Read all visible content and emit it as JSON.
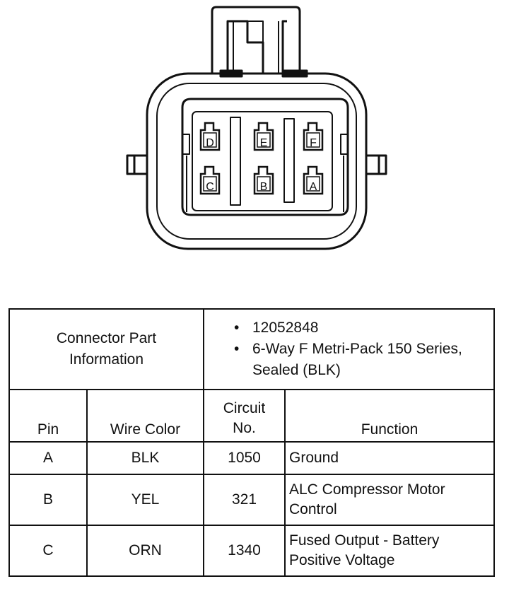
{
  "connector": {
    "pins": [
      {
        "id": "D"
      },
      {
        "id": "E"
      },
      {
        "id": "F"
      },
      {
        "id": "C"
      },
      {
        "id": "B"
      },
      {
        "id": "A"
      }
    ]
  },
  "part_info": {
    "label": "Connector Part Information",
    "items": [
      "12052848",
      "6-Way F Metri-Pack 150 Series, Sealed (BLK)"
    ]
  },
  "table": {
    "headers": {
      "pin": "Pin",
      "wire_color": "Wire Color",
      "circuit_no": "Circuit No.",
      "function": "Function"
    },
    "rows": [
      {
        "pin": "A",
        "wire_color": "BLK",
        "circuit": "1050",
        "function": "Ground"
      },
      {
        "pin": "B",
        "wire_color": "YEL",
        "circuit": "321",
        "function": "ALC Compressor Motor Control"
      },
      {
        "pin": "C",
        "wire_color": "ORN",
        "circuit": "1340",
        "function": "Fused Output - Battery Positive Voltage"
      }
    ]
  },
  "colors": {
    "ink": "#111111",
    "background": "#ffffff"
  }
}
